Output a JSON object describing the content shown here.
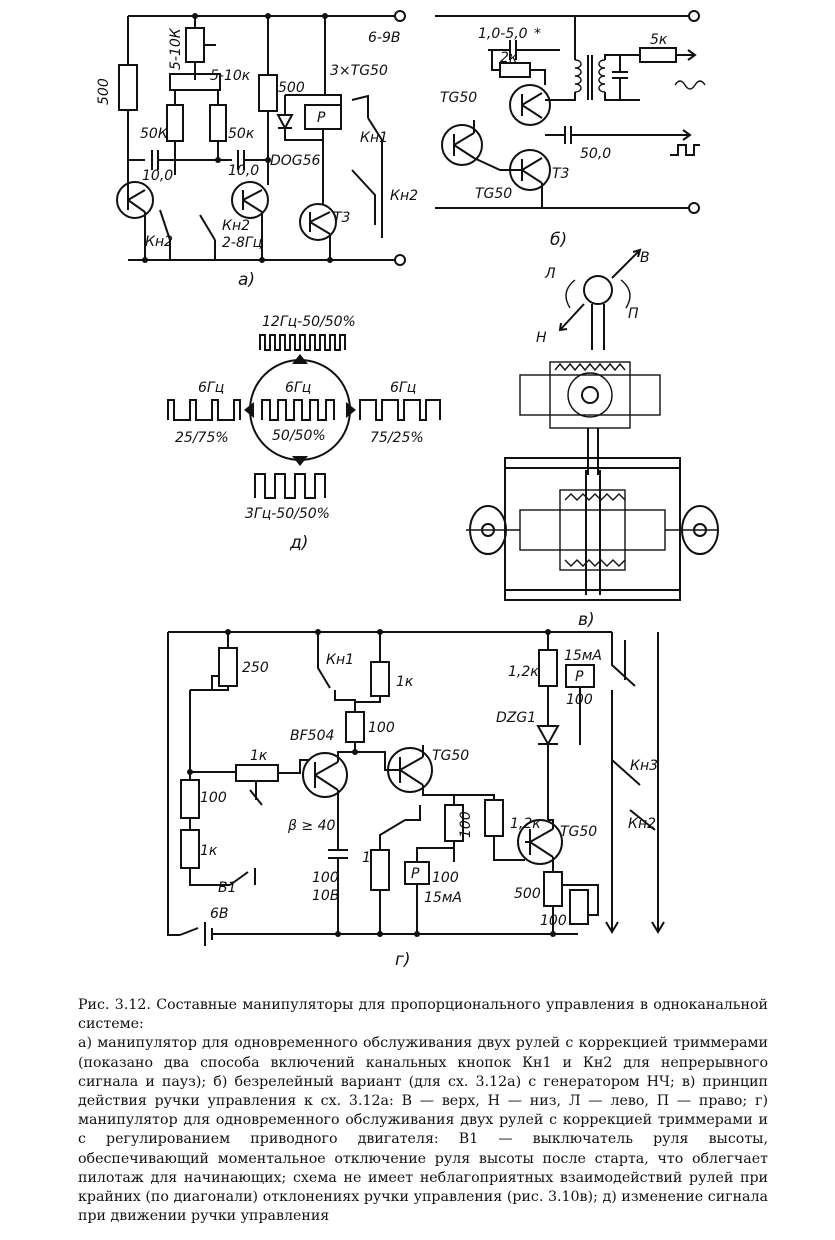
{
  "figure": {
    "panel_a": {
      "panel_label": "а)",
      "components": {
        "r_500": "500",
        "r_5_10k_top": "5-10К",
        "r_5_10k": "5-10к",
        "r_50k_left": "50К",
        "r_50k_right": "50к",
        "r_500_b": "500",
        "c_10_left": "10,0",
        "c_10_right": "10,0",
        "diode": "DOG56",
        "transistors": "3×TG50",
        "supply": "6-9В",
        "relay": "Р",
        "t3": "Т3",
        "kn1": "Кн1",
        "kn2_a": "Кн2",
        "kn2_b": "Кн2",
        "kn2_c": "Кн2",
        "freq": "2-8Гц"
      }
    },
    "panel_b": {
      "panel_label": "б)",
      "components": {
        "c_top": "1,0-5,0",
        "asterisk": "*",
        "r_2k": "2к",
        "r_5k": "5к",
        "tg50_a": "TG50",
        "tg50_b": "TG50",
        "t3": "Т3",
        "c_50": "50,0"
      }
    },
    "panel_v": {
      "panel_label": "в)",
      "directions": {
        "up": "В",
        "down": "Н",
        "left": "Л",
        "right": "П"
      }
    },
    "panel_d": {
      "panel_label": "д)",
      "top": "12Гц-50/50%",
      "center_top": "6Гц",
      "center_bottom": "50/50%",
      "left_top": "6Гц",
      "left_bottom": "25/75%",
      "right_top": "6Гц",
      "right_bottom": "75/25%",
      "bottom": "3Гц-50/50%"
    },
    "panel_g": {
      "panel_label": "г)",
      "components": {
        "r_250": "250",
        "kn1": "Кн1",
        "r_1k_top": "1к",
        "r_100_top": "100",
        "r_1_2k": "1,2к",
        "ma_15_top": "15мА",
        "relay_p_top": "Р",
        "r_100_relay": "100",
        "zener": "DZG1",
        "bf504": "BF504",
        "tg50_mid": "TG50",
        "r_1k_pot": "1к",
        "r_100_left": "100",
        "r_1k_left": "1к",
        "beta": "β ≥ 40",
        "r_100_mid": "100",
        "r_1_2k_mid": "1,2к",
        "tg50_right": "TG50",
        "kn3": "Кн3",
        "kn2": "Кн2",
        "b1": "В1",
        "c_100": "100",
        "c_10v": "10В",
        "pot_1": "1",
        "relay_p_bot": "Р",
        "r_100_bot": "100",
        "ma_15_bot": "15мА",
        "r_500": "500",
        "r_100_br": "100",
        "batt": "6В"
      }
    }
  },
  "caption": {
    "title": "Рис. 3.12. Составные манипуляторы для пропорционального управления в одноканальной системе:",
    "body": "а) манипулятор для одновременного обслуживания двух рулей с коррекцией триммерами (показано два способа включений канальных кнопок Кн1 и Кн2 для непрерывного сигнала и пауз); б) безрелейный вариант (для сх. 3.12а) с генератором НЧ; в) принцип действия ручки управления к сх. 3.12а: В — верх, Н — низ, Л — лево, П — право; г) манипулятор для одновременного обслуживания двух рулей с коррекцией триммерами и с регулированием приводного двигателя: В1 — выключатель руля высоты, обеспечивающий моментальное отключение руля высоты после старта, что облегчает пилотаж для начинающих; схема не имеет неблагоприятных взаимодействий рулей при крайних (по диагонали) отклонениях ручки управления (рис. 3.10в); д) изменение сигнала при движении ручки управления"
  }
}
